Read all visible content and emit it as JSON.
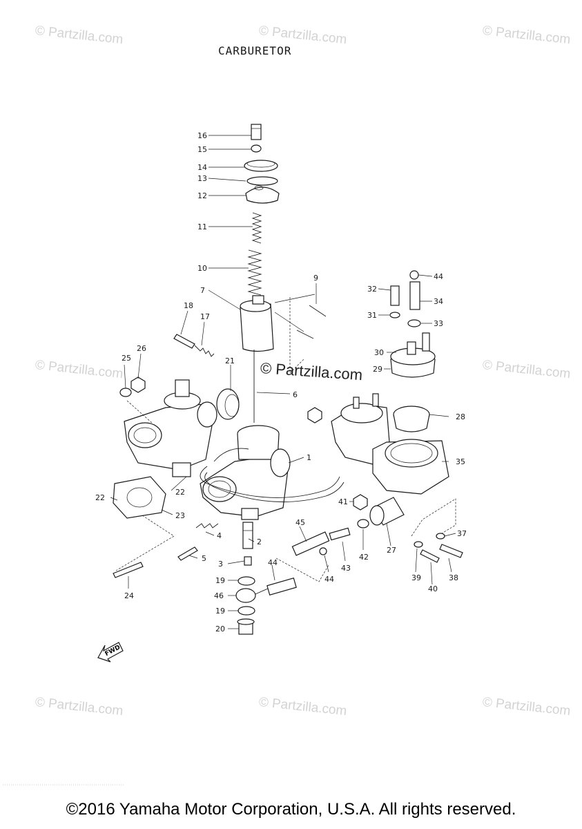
{
  "title": "CARBURETOR",
  "center_watermark": "© Partzilla.com",
  "watermark_text": "© Partzilla.com",
  "footer": "©2016 Yamaha Motor Corporation, U.S.A. All rights reserved.",
  "fwd_label": "FWD",
  "callouts": [
    "1",
    "2",
    "3",
    "4",
    "5",
    "6",
    "7",
    "9",
    "10",
    "11",
    "12",
    "13",
    "14",
    "15",
    "16",
    "17",
    "18",
    "19",
    "20",
    "21",
    "22",
    "23",
    "24",
    "25",
    "26",
    "27",
    "28",
    "29",
    "30",
    "31",
    "32",
    "33",
    "34",
    "35",
    "37",
    "38",
    "39",
    "40",
    "41",
    "42",
    "43",
    "44",
    "45",
    "46"
  ],
  "colors": {
    "line": "#1a1a1a",
    "watermark": "#d3d3d3",
    "background": "#ffffff"
  }
}
